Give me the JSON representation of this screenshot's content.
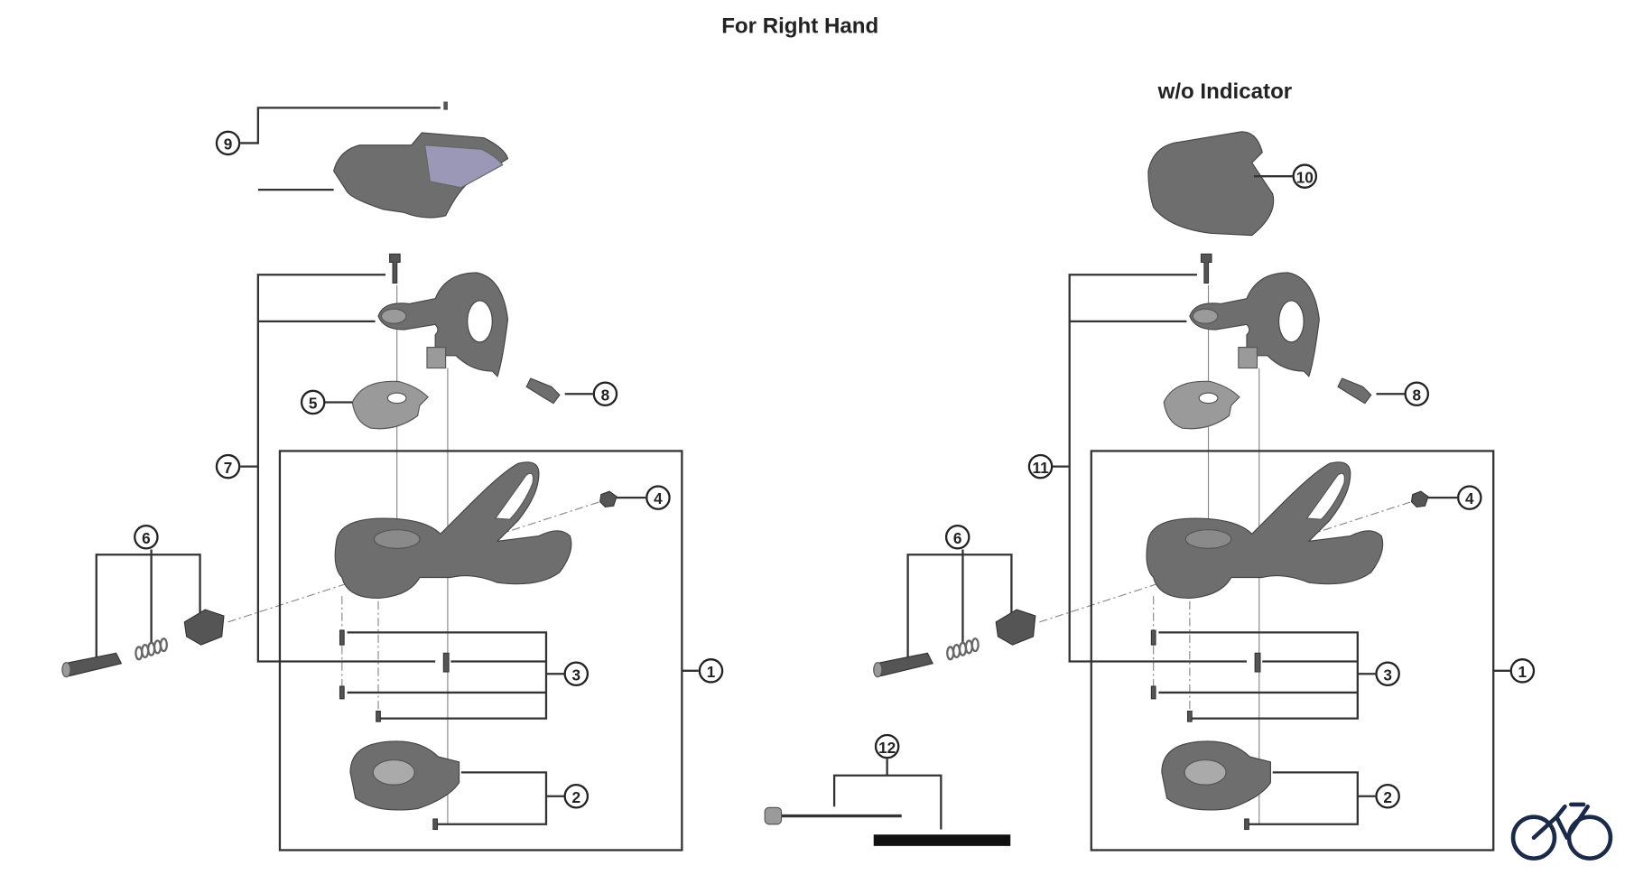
{
  "title": "For Right Hand",
  "variant_title": "w/o Indicator",
  "callouts": {
    "c1": "1",
    "c2": "2",
    "c3": "3",
    "c4": "4",
    "c5": "5",
    "c6": "6",
    "c7": "7",
    "c8": "8",
    "c9": "9",
    "c10": "10",
    "c11": "11",
    "c12": "12"
  },
  "colors": {
    "logo": "#1c2a4a",
    "parts": "#6e6e6e"
  },
  "icons": {
    "logo": "bicycle-logo-icon"
  }
}
